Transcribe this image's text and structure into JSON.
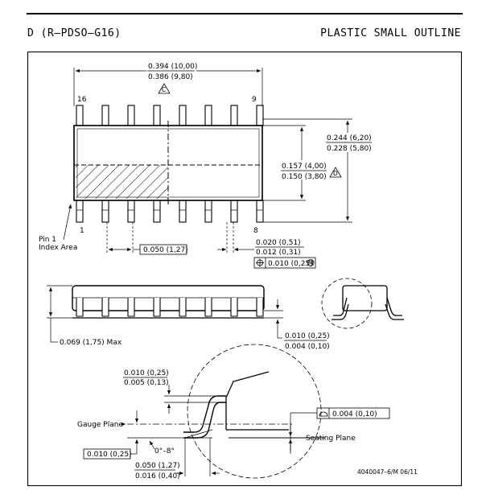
{
  "header": {
    "package_code": "D (R–PDSO–G16)",
    "package_name": "PLASTIC SMALL OUTLINE"
  },
  "dims": {
    "length_max": "0.394 (10,00)",
    "length_min": "0.386 (9,80)",
    "note_c": "C",
    "width_total_max": "0.244 (6,20)",
    "width_total_min": "0.228 (5,80)",
    "body_width_max": "0.157 (4,00)",
    "body_width_min": "0.150 (3,80)",
    "note_d": "D",
    "pitch": "0.050 (1,27)",
    "lead_width_max": "0.020 (0,51)",
    "lead_width_min": "0.012 (0,31)",
    "position_tol": "0.010 (0,25)",
    "position_modifier": "M",
    "height_max": "0.069 (1,75) Max",
    "standoff_max": "0.010 (0,25)",
    "standoff_min": "0.004 (0,10)",
    "lead_thick_max": "0.010 (0,25)",
    "lead_thick_min": "0.005 (0,13)",
    "gauge_offset": "0.010 (0,25)",
    "angle": "0°–8°",
    "foot_max": "0.050 (1,27)",
    "foot_min": "0.016 (0,40)",
    "coplanarity": "0.004 (0,10)"
  },
  "labels": {
    "pin16": "16",
    "pin9": "9",
    "pin1": "1",
    "pin8": "8",
    "pin1_line1": "Pin 1",
    "pin1_line2": "Index Area",
    "gauge_plane": "Gauge Plane",
    "seating_plane": "Seating Plane",
    "doc_id": "4040047–6/M  06/11"
  }
}
